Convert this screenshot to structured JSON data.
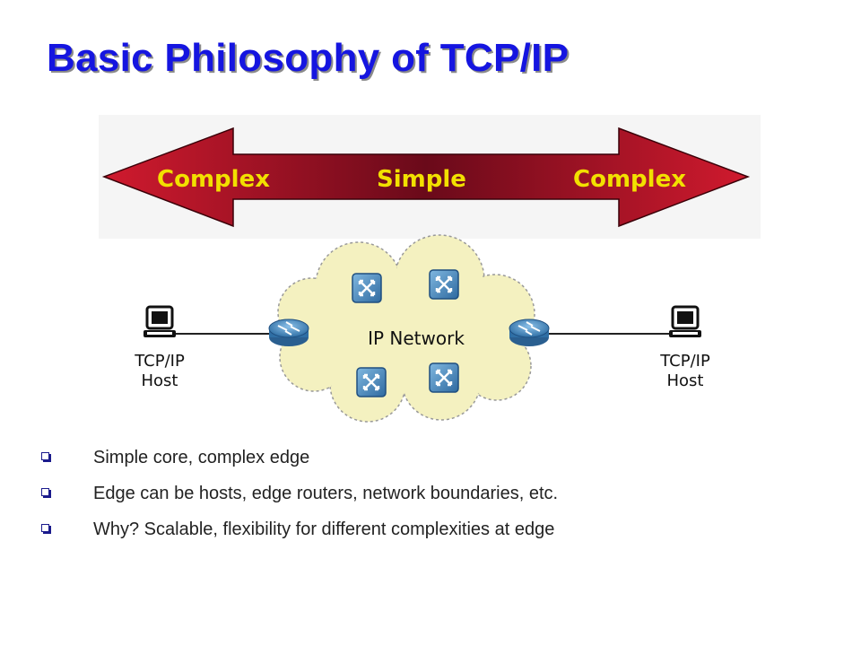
{
  "title": "Basic Philosophy of TCP/IP",
  "diagram": {
    "arrow": {
      "left_label": "Complex",
      "center_label": "Simple",
      "right_label": "Complex"
    },
    "network_label": "IP Network",
    "left_host": {
      "line1": "TCP/IP",
      "line2": "Host"
    },
    "right_host": {
      "line1": "TCP/IP",
      "line2": "Host"
    }
  },
  "bullets": [
    "Simple core, complex edge",
    "Edge can be hosts, edge routers, network boundaries, etc.",
    "Why? Scalable, flexibility for different complexities at edge"
  ],
  "colors": {
    "title": "#1515e0",
    "arrow_dark": "#6a0a1a",
    "arrow_light": "#d01a2e",
    "arrow_text": "#f2e000",
    "cloud": "#f4f1c0",
    "router": "#3f7fb5"
  }
}
